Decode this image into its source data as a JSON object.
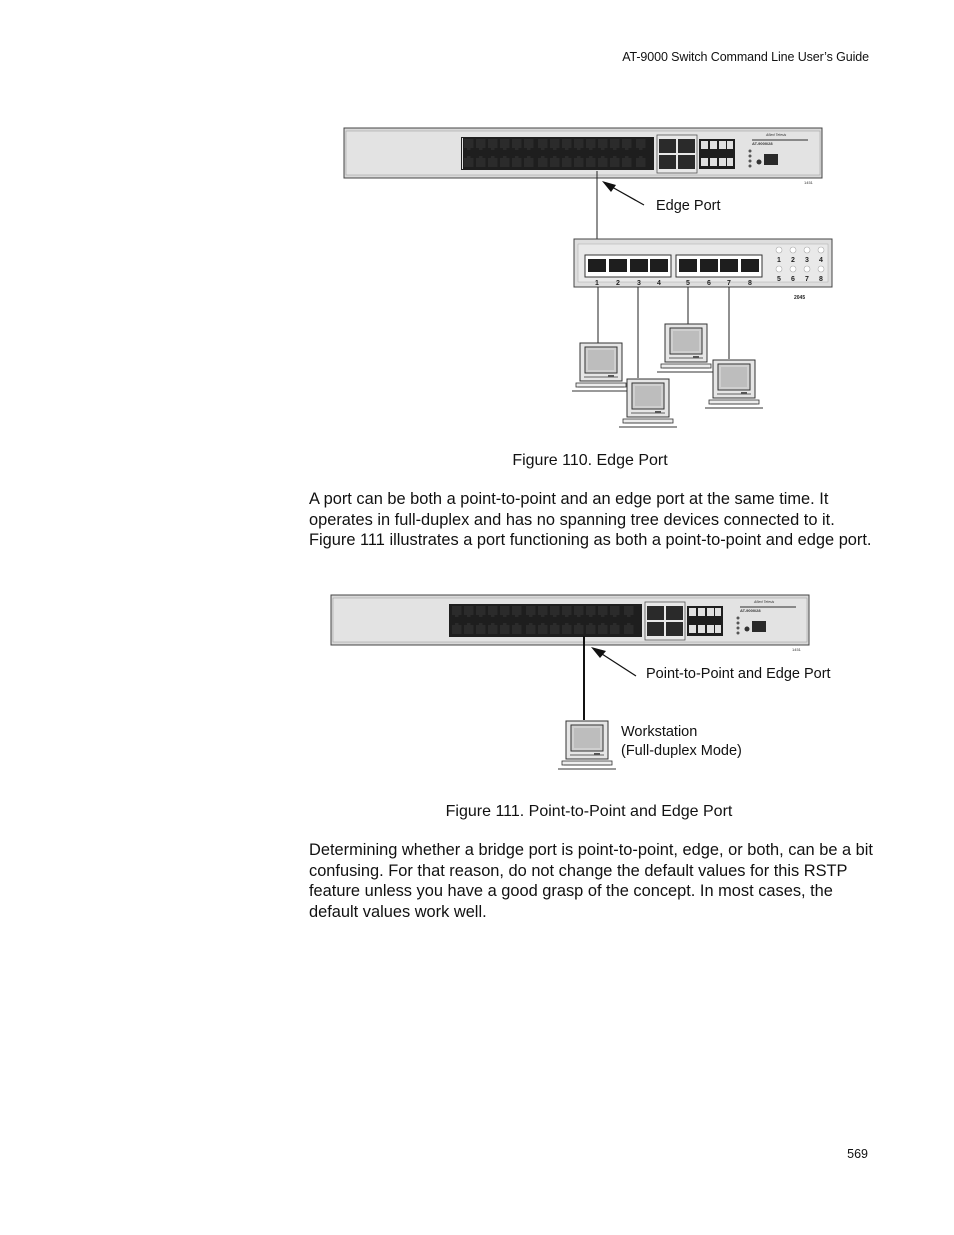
{
  "header": {
    "title": "AT-9000 Switch Command Line User’s Guide"
  },
  "figure110": {
    "caption": "Figure 110. Edge Port",
    "callout": "Edge Port",
    "switch_model": "AT-9000/28",
    "switch_brand": "Allied Telesis",
    "switch_tag": "1451",
    "hub_port_numbers": [
      "1",
      "2",
      "3",
      "4",
      "5",
      "6",
      "7",
      "8"
    ],
    "hub_led_numbers": [
      "1",
      "2",
      "3",
      "4",
      "5",
      "6",
      "7",
      "8"
    ],
    "hub_tag": "2045"
  },
  "paragraph1": "A port can be both a point-to-point and an edge port at the same time. It operates in full-duplex and has no spanning tree devices connected to it. Figure 111 illustrates a port functioning as both a point-to-point and edge port.",
  "figure111": {
    "caption": "Figure 111. Point-to-Point and Edge Port",
    "callout": "Point-to-Point and Edge Port",
    "workstation_line1": "Workstation",
    "workstation_line2": "(Full-duplex Mode)",
    "switch_model": "AT-9000/28",
    "switch_brand": "Allied Telesis",
    "switch_tag": "1451"
  },
  "paragraph2": "Determining whether a bridge port is point-to-point, edge, or both, can be a bit confusing. For that reason, do not change the default values for this RSTP feature unless you have a good grasp of the concept. In most cases, the default values work well.",
  "footer": {
    "page_number": "569"
  }
}
